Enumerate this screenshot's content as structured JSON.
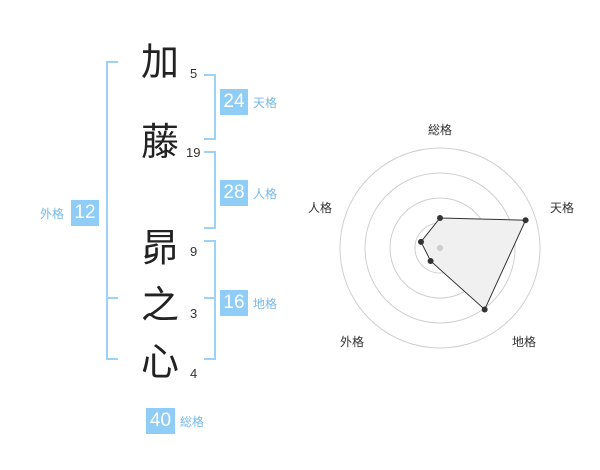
{
  "name": {
    "characters": [
      {
        "char": "加",
        "strokes": "5"
      },
      {
        "char": "藤",
        "strokes": "19"
      },
      {
        "char": "昴",
        "strokes": "9"
      },
      {
        "char": "之",
        "strokes": "3"
      },
      {
        "char": "心",
        "strokes": "4"
      }
    ]
  },
  "fortunes": {
    "tenkaku": {
      "value": "24",
      "label": "天格"
    },
    "jinkaku": {
      "value": "28",
      "label": "人格"
    },
    "chikaku": {
      "value": "16",
      "label": "地格"
    },
    "gaikaku": {
      "value": "12",
      "label": "外格"
    },
    "soukaku": {
      "value": "40",
      "label": "総格"
    }
  },
  "colors": {
    "accent": "#8fcdf7",
    "bracket": "#9bd2f6",
    "label": "#74b9ea"
  },
  "chart_data": {
    "type": "radar",
    "axes": [
      "総格",
      "天格",
      "地格",
      "外格",
      "人格"
    ],
    "values": [
      1.5,
      4.5,
      3.8,
      0.8,
      1.0
    ],
    "max": 5,
    "rings": 4
  }
}
